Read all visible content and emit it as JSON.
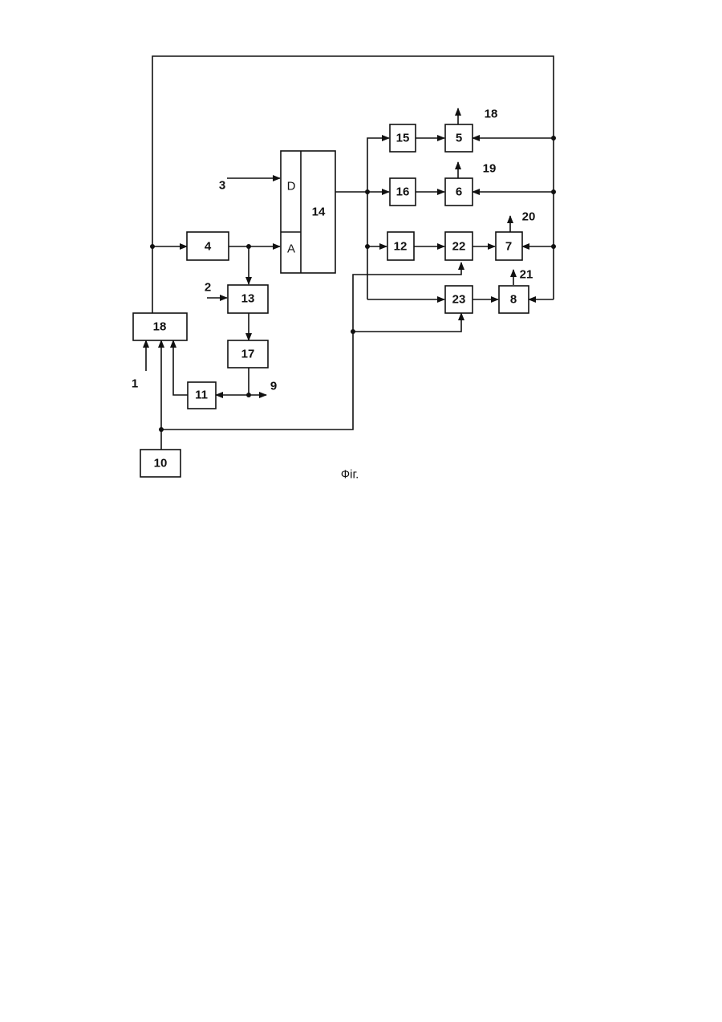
{
  "blocks": {
    "b1": "4",
    "b2": "13",
    "b3": "17",
    "b4": "11",
    "b5": "18",
    "b6": "10",
    "b7_d": "D",
    "b7_a": "A",
    "b7_main": "14",
    "b8": "15",
    "b9": "16",
    "b10": "12",
    "b11": "5",
    "b12": "6",
    "b13": "22",
    "b14": "7",
    "b15": "23",
    "b16": "8"
  },
  "terminals": {
    "t1": "1",
    "t2": "2",
    "t3": "3",
    "t9": "9",
    "t18": "18",
    "t19": "19",
    "t20": "20",
    "t21": "21"
  },
  "caption": "Фіг."
}
